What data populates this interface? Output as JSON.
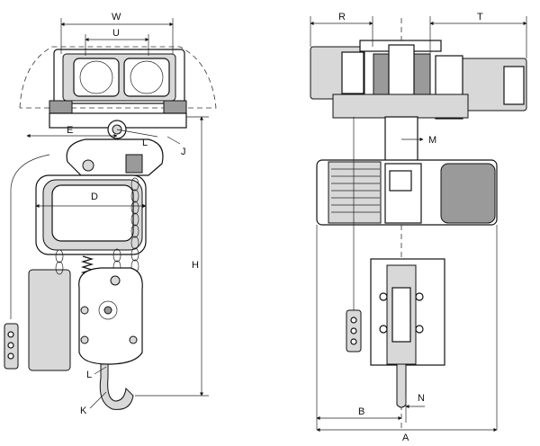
{
  "dimension_labels": {
    "W": "W",
    "U": "U",
    "E": "E",
    "L_side": "L",
    "J": "J",
    "D": "D",
    "H": "H",
    "L_hook": "L",
    "K": "K",
    "R": "R",
    "T": "T",
    "M": "M",
    "B": "B",
    "N": "N",
    "A": "A"
  }
}
